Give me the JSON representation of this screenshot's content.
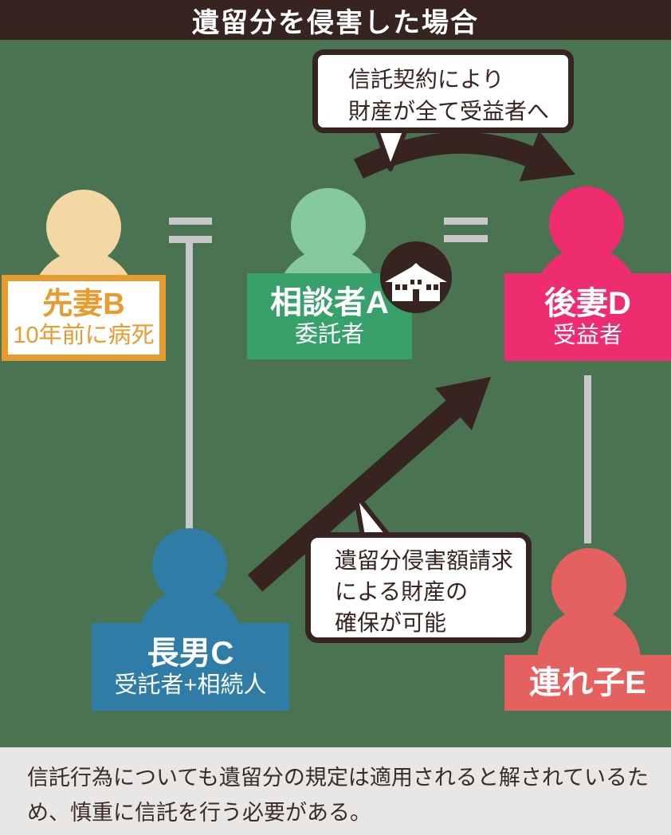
{
  "title": "遺留分を侵害した場合",
  "bubbles": {
    "trust": {
      "line1": "信託契約により",
      "line2": "財産が全て受益者へ"
    },
    "claim": {
      "line1": "遺留分侵害額請求",
      "line2": "による財産の",
      "line3": "確保が可能"
    }
  },
  "persons": {
    "first_wife": {
      "name": "先妻B",
      "note": "10年前に病死",
      "color": "#f3d8a3",
      "accent": "#e89b2e"
    },
    "consulter": {
      "name": "相談者A",
      "role": "委託者",
      "color": "#84c9a0",
      "box_color": "#37a06b"
    },
    "second_wife": {
      "name": "後妻D",
      "role": "受益者",
      "color": "#ee2d70"
    },
    "eldest_son": {
      "name": "長男C",
      "role": "受託者+相続人",
      "color": "#2f7da6"
    },
    "stepchild": {
      "name": "連れ子E",
      "color": "#e5615f"
    }
  },
  "footer": "信託行為についても遺留分の規定は適用されると解されているため、慎重に信託を行う必要がある。",
  "icons": {
    "house": "house-icon"
  },
  "colors": {
    "background": "#4a7451",
    "dark_brown": "#372420",
    "gray_line": "#c9c7ca",
    "footer_bg": "#e9e7e5",
    "bubble_bg": "#ffffff"
  }
}
